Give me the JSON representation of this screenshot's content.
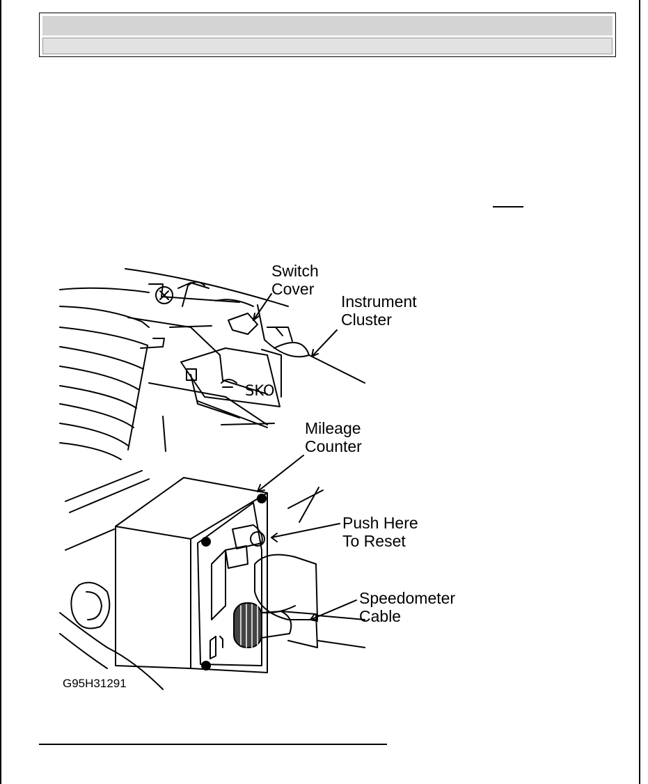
{
  "figure": {
    "labels": {
      "switch_cover": "Switch\nCover",
      "instrument_cluster": "Instrument\nCluster",
      "mileage_counter": "Mileage\nCounter",
      "push_reset": "Push Here\nTo Reset",
      "speedometer_cable": "Speedometer\nCable",
      "switch_marking": "SKO"
    },
    "figure_id": "G95H31291"
  }
}
